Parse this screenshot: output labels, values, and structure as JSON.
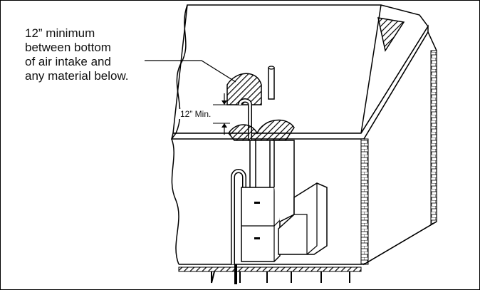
{
  "callout": {
    "lines": [
      "12” minimum",
      "between bottom",
      "of air intake and",
      "any material below."
    ]
  },
  "dimension": {
    "label": "12” Min."
  },
  "colors": {
    "line": "#000000",
    "background": "#ffffff",
    "hatch": "#000000"
  }
}
